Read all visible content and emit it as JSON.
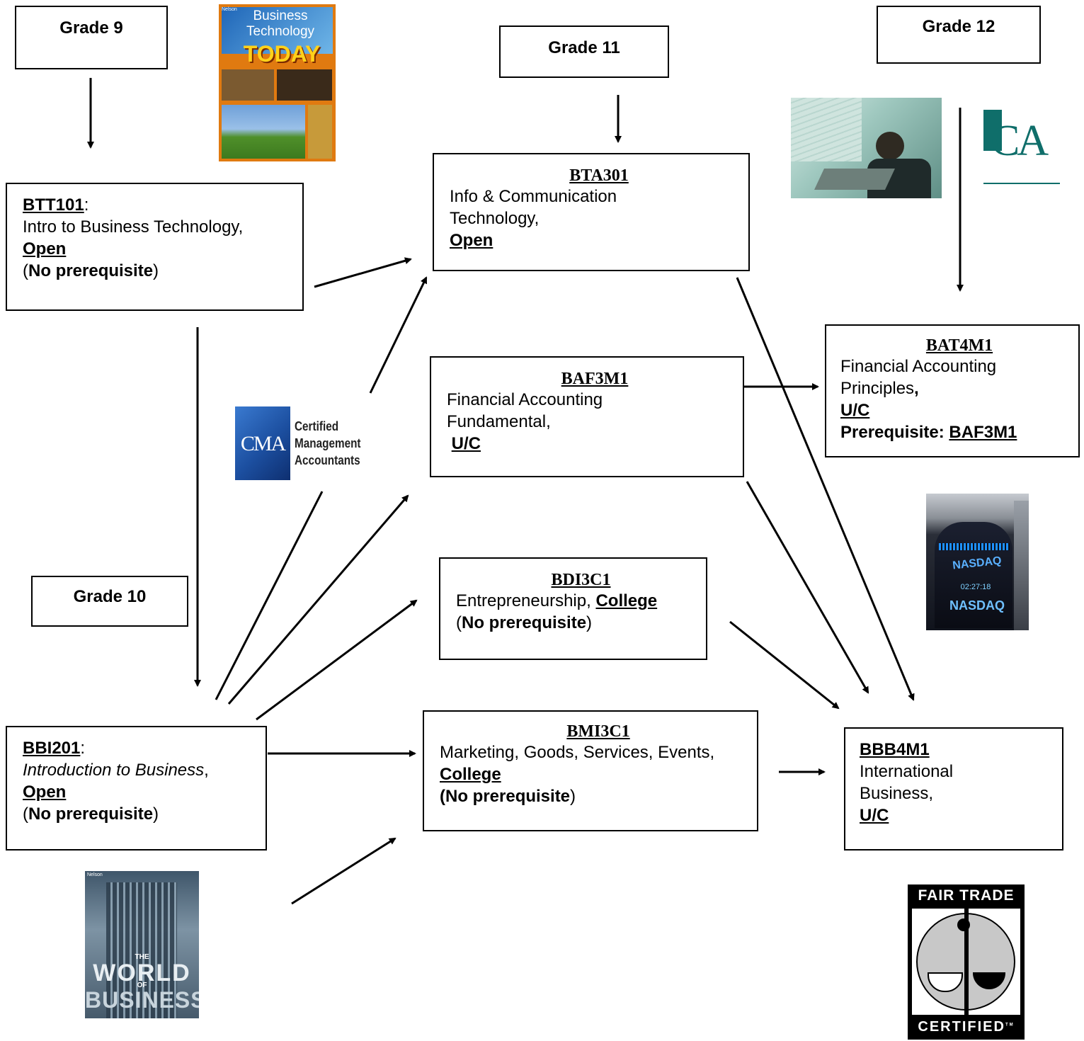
{
  "grades": {
    "g9": "Grade 9",
    "g10": "Grade 10",
    "g11": "Grade 11",
    "g12": "Grade 12"
  },
  "courses": {
    "btt101": {
      "code": "BTT101",
      "sep": ":",
      "title": "Intro to Business Technology,",
      "type": "Open",
      "prereq_open": "(",
      "prereq": "No prerequisite",
      "prereq_close": ")"
    },
    "bbi201": {
      "code": "BBI201",
      "sep": ":",
      "title": "Introduction to Business",
      "title_comma": ",",
      "type": "Open",
      "prereq_open": "(",
      "prereq": "No prerequisite",
      "prereq_close": ")"
    },
    "bta301": {
      "code": "BTA301",
      "title_line1": "Info & Communication",
      "title_line2": "Technology,",
      "type": "Open"
    },
    "baf3m1": {
      "code": "BAF3M1",
      "title_line1": "Financial Accounting",
      "title_line2": "Fundamental,",
      "type": "U/C"
    },
    "bdi3c1": {
      "code": "BDI3C1",
      "title": "Entrepreneurship, ",
      "type": "College",
      "prereq_open": "(",
      "prereq": "No prerequisite",
      "prereq_close": ")"
    },
    "bmi3c1": {
      "code": "BMI3C1",
      "title": "Marketing, Goods, Services, Events,",
      "type": "College",
      "prereq": "(No prerequisite",
      "prereq_close": ")"
    },
    "bat4m1": {
      "code": "BAT4M1",
      "title_line1": "Financial Accounting",
      "title_line2": "Principles",
      "title_line2_comma": ",",
      "type": "U/C",
      "prereq_label": "Prerequisite: ",
      "prereq": "BAF3M1"
    },
    "bbb4m1": {
      "code": "BBB4M1",
      "title_line1": "International",
      "title_line2": "Business,",
      "type": "U/C"
    }
  },
  "images": {
    "book_btt": {
      "publisher": "Nelson",
      "line1": "Business",
      "line2": "Technology",
      "line3": "TODAY"
    },
    "cma_logo": {
      "mark": "CMA",
      "line1": "Certified",
      "line2": "Management",
      "line3": "Accountants"
    },
    "ca_logo": {
      "mark": "CA"
    },
    "book_bbi": {
      "publisher": "Nelson",
      "line1": "THE",
      "line2": "WORLD",
      "line3": "OF",
      "line4": "BUSINESS"
    },
    "nasdaq": {
      "sign1": "NASDAQ",
      "time": "02:27:18",
      "sign2": "NASDAQ"
    },
    "fairtrade": {
      "top": "FAIR TRADE",
      "bottom": "CERTIFIED",
      "tm": "TM"
    }
  },
  "colors": {
    "cma_blue": "#1c4fa0",
    "ca_teal": "#0f6e6a",
    "book_orange": "#e07a10"
  }
}
